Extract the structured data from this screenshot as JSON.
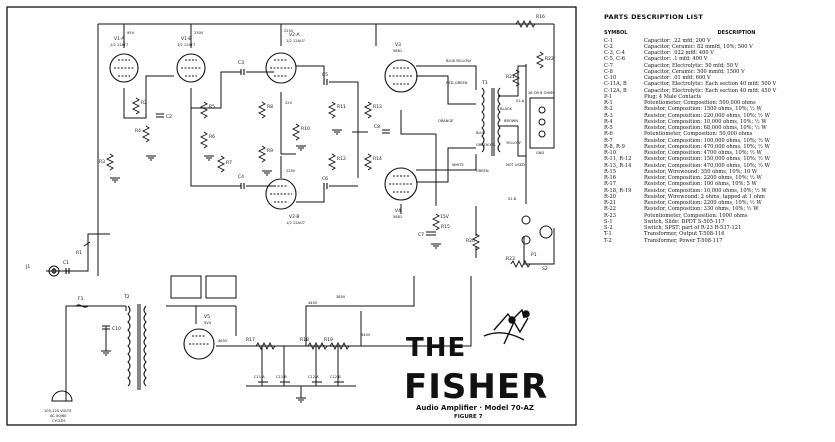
{
  "schematic": {
    "tubes": [
      {
        "id": "v1a",
        "label": "V1-A",
        "type": "1/2 12AT7"
      },
      {
        "id": "v1b",
        "label": "V1-B",
        "type": "1/2 12AT7"
      },
      {
        "id": "v2a",
        "label": "V2-A",
        "type": "1/2 12AU7"
      },
      {
        "id": "v2b",
        "label": "V2-B",
        "type": "1/2 12AU7"
      },
      {
        "id": "v3",
        "label": "V3",
        "type": "5881"
      },
      {
        "id": "v4",
        "label": "V4",
        "type": "5881"
      },
      {
        "id": "v5",
        "label": "V5",
        "type": "5V4"
      }
    ],
    "voltages": {
      "v1a_plate": "95V",
      "v1b_plate": "230V",
      "v2a_plate": "225V",
      "v2a_k": "22V",
      "v2b_k": "225V",
      "b1": "440V",
      "b2": "385V",
      "b3": "340V",
      "b4": "485V"
    },
    "wire_labels": {
      "blue_yellow": "BLUE-YELLOW",
      "red_green": "RED-GREEN",
      "orange": "ORANGE",
      "white": "WHITE",
      "blue": "BLUE",
      "green": "GREEN",
      "black": "BLACK",
      "brown": "BROWN",
      "yellow": "YELLOW",
      "green_yel": "GREEN-YEL",
      "not_used": "NOT USED",
      "sp16": "16 OR 8 OHMS",
      "gnd": "GND",
      "s1a": "S1-A",
      "s1b": "S1-B"
    },
    "components": {
      "j1": "J1",
      "c1": "C1",
      "r1": "R1",
      "r2": "R2",
      "r3": "R3",
      "r4": "R4",
      "r5": "R5",
      "r6": "R6",
      "c2": "C2",
      "r7": "R7",
      "c3": "C3",
      "c4": "C4",
      "r8": "R8",
      "r9": "R9",
      "r10": "R10",
      "r11": "R11",
      "r12": "R12",
      "r13": "R13",
      "r14": "R14",
      "c5": "C5",
      "c6": "C6",
      "c7": "C7",
      "c8": "C8",
      "r15": "R15",
      "r16": "R16",
      "r17": "R17",
      "r18": "R18",
      "r19": "R19",
      "r20": "R20",
      "r21": "R21",
      "r22": "R22",
      "r23": "R23",
      "t1": "T1",
      "t2": "T2",
      "f1": "F1",
      "c10": "C10",
      "c11a": "C11-A",
      "c11b": "C11-B",
      "c12a": "C12-A",
      "c12b": "C12-B",
      "p1": "P1",
      "s2": "S2",
      "r15v": "15V"
    },
    "mains_label": [
      "105-125 VOLTS",
      "AC 50/60",
      "CYCLES"
    ]
  },
  "brand": {
    "the": "THE",
    "name": "FISHER",
    "subtitle": "Audio Amplifier · Model 70-AZ",
    "figure": "FIGURE 7"
  },
  "parts_list": {
    "title": "PARTS DESCRIPTION LIST",
    "col_symbol": "SYMBOL",
    "col_description": "DESCRIPTION",
    "rows": [
      {
        "sym": "C-1",
        "desc": "Capacitor: .22 mfd: 200 V"
      },
      {
        "sym": "C-2",
        "desc": "Capacitor, Ceramic: 82 mmfd, 10%; 500 V"
      },
      {
        "sym": "C-3, C-4",
        "desc": "Capacitor: .022 mfd: 400 V"
      },
      {
        "sym": "C-5, C-6",
        "desc": "Capacitor: .1 mfd: 400 V"
      },
      {
        "sym": "C-7",
        "desc": "Capacitor, Electrolytic: 50 mfd; 50 V"
      },
      {
        "sym": "C-8",
        "desc": "Capacitor, Ceramic: 500 mmfd; 1500 V"
      },
      {
        "sym": "C-10",
        "desc": "Capacitor: .01 mfd: 600 V"
      },
      {
        "sym": "C-11A, B",
        "desc": "Capacitor, Electrolytic: Each section 40 mfd; 500 V"
      },
      {
        "sym": "C-12A, B",
        "desc": "Capacitor, Electrolytic: Each section 40 mfd; 450 V"
      },
      {
        "sym": "P-1",
        "desc": "Plug: 4 Male Contacts"
      },
      {
        "sym": "R-1",
        "desc": "Potentiometer, Composition: 500,000 ohms"
      },
      {
        "sym": "R-2",
        "desc": "Resistor, Composition: 1500 ohms, 10%; ½ W"
      },
      {
        "sym": "R-3",
        "desc": "Resistor, Composition: 220,000 ohms, 10%; ½ W"
      },
      {
        "sym": "R-4",
        "desc": "Resistor, Composition: 10,000 ohms, 10%; ½ W"
      },
      {
        "sym": "R-5",
        "desc": "Resistor, Composition: 68,000 ohms, 10%; ½ W"
      },
      {
        "sym": "R-6",
        "desc": "Potentiometer, Composition: 50,000 ohms"
      },
      {
        "sym": "R-7",
        "desc": "Resistor, Composition: 100,000 ohms, 10%; ½ W"
      },
      {
        "sym": "R-8, R-9",
        "desc": "Resistor, Composition: 470,000 ohms, 10%; ½ W"
      },
      {
        "sym": "R-10",
        "desc": "Resistor, Composition: 4700 ohms, 10%; ½ W"
      },
      {
        "sym": "R-11, R-12",
        "desc": "Resistor, Composition: 150,000 ohms, 10%; ½ W"
      },
      {
        "sym": "R-13, R-14",
        "desc": "Resistor, Composition: 470,000 ohms, 10%; ½ W"
      },
      {
        "sym": "R-15",
        "desc": "Resistor, Wirewound: 350 ohms, 10%; 10 W"
      },
      {
        "sym": "R-16",
        "desc": "Resistor, Composition: 2200 ohms, 10%; ½ W"
      },
      {
        "sym": "R-17",
        "desc": "Resistor, Composition: 100 ohms, 10%; 5 W"
      },
      {
        "sym": "R-18, R-19",
        "desc": "Resistor, Composition: 10,000 ohms, 10%; ½ W"
      },
      {
        "sym": "R-20",
        "desc": "Resistor, Wirewound: 2 ohms, tapped at 1 ohm"
      },
      {
        "sym": "R-21",
        "desc": "Resistor, Composition: 2200 ohms, 10%; ½ W"
      },
      {
        "sym": "R-22",
        "desc": "Resistor, Composition: 330 ohms, 10%; ½ W"
      },
      {
        "sym": "R-23",
        "desc": "Potentiometer, Composition: 1000 ohms"
      },
      {
        "sym": "S-1",
        "desc": "Switch, Slide: DPDT                    S-505-117"
      },
      {
        "sym": "S-2",
        "desc": "Switch, SPST; part of R-23    R-537-121"
      },
      {
        "sym": "T-1",
        "desc": "Transformer, Output               T-508-116"
      },
      {
        "sym": "T-2",
        "desc": "Transformer, Power                 T-508-117"
      }
    ]
  }
}
